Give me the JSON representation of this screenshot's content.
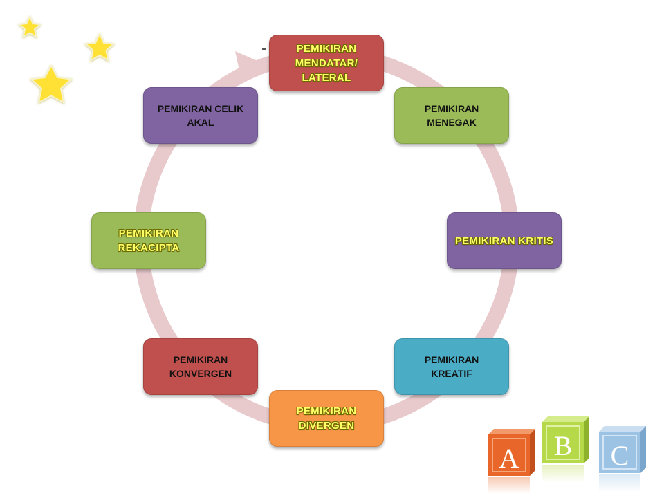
{
  "nodes": [
    {
      "label": "PEMIKIRAN MENDATAR/ LATERAL",
      "lines": [
        "PEMIKIRAN",
        "MENDATAR/",
        "LATERAL"
      ],
      "color": "#c0504d",
      "text_style": "yellow"
    },
    {
      "label": "PEMIKIRAN MENEGAK",
      "lines": [
        "PEMIKIRAN",
        "MENEGAK"
      ],
      "color": "#9bbb59",
      "text_style": "dark"
    },
    {
      "label": "PEMIKIRAN KRITIS",
      "lines": [
        "PEMIKIRAN KRITIS"
      ],
      "color": "#8064a2",
      "text_style": "yellow"
    },
    {
      "label": "PEMIKIRAN KREATIF",
      "lines": [
        "PEMIKIRAN",
        "KREATIF"
      ],
      "color": "#4bacc6",
      "text_style": "dark"
    },
    {
      "label": "PEMIKIRAN DIVERGEN",
      "lines": [
        "PEMIKIRAN",
        "DIVERGEN"
      ],
      "color": "#f79646",
      "text_style": "yellow"
    },
    {
      "label": "PEMIKIRAN KONVERGEN",
      "lines": [
        "PEMIKIRAN",
        "KONVERGEN"
      ],
      "color": "#c0504d",
      "text_style": "dark"
    },
    {
      "label": "PEMIKIRAN REKACIPTA",
      "lines": [
        "PEMIKIRAN",
        "REKACIPTA"
      ],
      "color": "#9bbb59",
      "text_style": "yellow"
    },
    {
      "label": "PEMIKIRAN CELIK AKAL",
      "lines": [
        "PEMIKIRAN CELIK",
        "AKAL"
      ],
      "color": "#8064a2",
      "text_style": "dark"
    }
  ],
  "ring_color": "#e8c9cc",
  "decorations": {
    "stars": {
      "icon": "star-icon",
      "count": 3,
      "color": "#ffe135"
    },
    "blocks": [
      {
        "letter": "A",
        "color": "#e8662a"
      },
      {
        "letter": "B",
        "color": "#b6d94a"
      },
      {
        "letter": "C",
        "color": "#9cc3e4"
      }
    ]
  }
}
